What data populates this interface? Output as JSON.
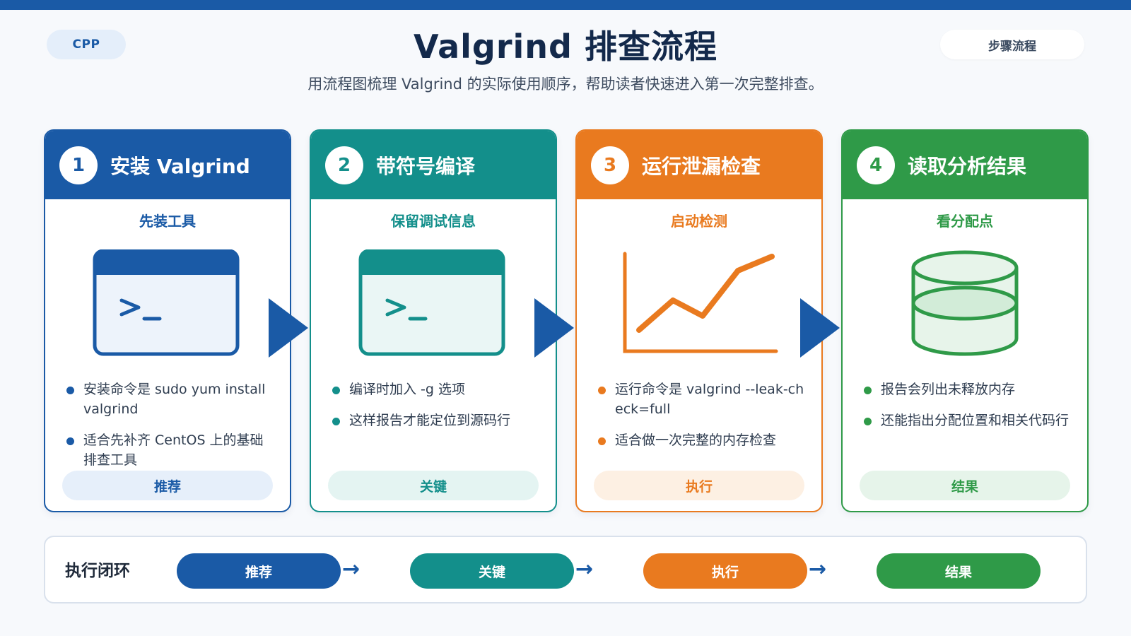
{
  "header": {
    "tag": "CPP",
    "title": "Valgrind 排查流程",
    "subtitle": "用流程图梳理 Valgrind 的实际使用顺序，帮助读者快速进入第一次完整排查。",
    "right_label": "步骤流程"
  },
  "colors": {
    "blue": "#1a5aa6",
    "teal": "#138f8b",
    "orange": "#e97a1f",
    "green": "#2f9a48"
  },
  "steps": [
    {
      "number": "1",
      "title": "安装 Valgrind",
      "subtitle": "先装工具",
      "icon": "terminal-icon",
      "bullets": [
        "安装命令是 sudo yum install valgrind",
        "适合先补齐 CentOS 上的基础排查工具"
      ],
      "tag": "推荐"
    },
    {
      "number": "2",
      "title": "带符号编译",
      "subtitle": "保留调试信息",
      "icon": "terminal-icon",
      "bullets": [
        "编译时加入 -g 选项",
        "这样报告才能定位到源码行"
      ],
      "tag": "关键"
    },
    {
      "number": "3",
      "title": "运行泄漏检查",
      "subtitle": "启动检测",
      "icon": "line-chart-icon",
      "bullets": [
        "运行命令是 valgrind --leak-check=full",
        "适合做一次完整的内存检查"
      ],
      "tag": "执行"
    },
    {
      "number": "4",
      "title": "读取分析结果",
      "subtitle": "看分配点",
      "icon": "database-icon",
      "bullets": [
        "报告会列出未释放内存",
        "还能指出分配位置和相关代码行"
      ],
      "tag": "结果"
    }
  ],
  "loop": {
    "label": "执行闭环",
    "items": [
      "推荐",
      "关键",
      "执行",
      "结果"
    ],
    "arrow": "→"
  }
}
